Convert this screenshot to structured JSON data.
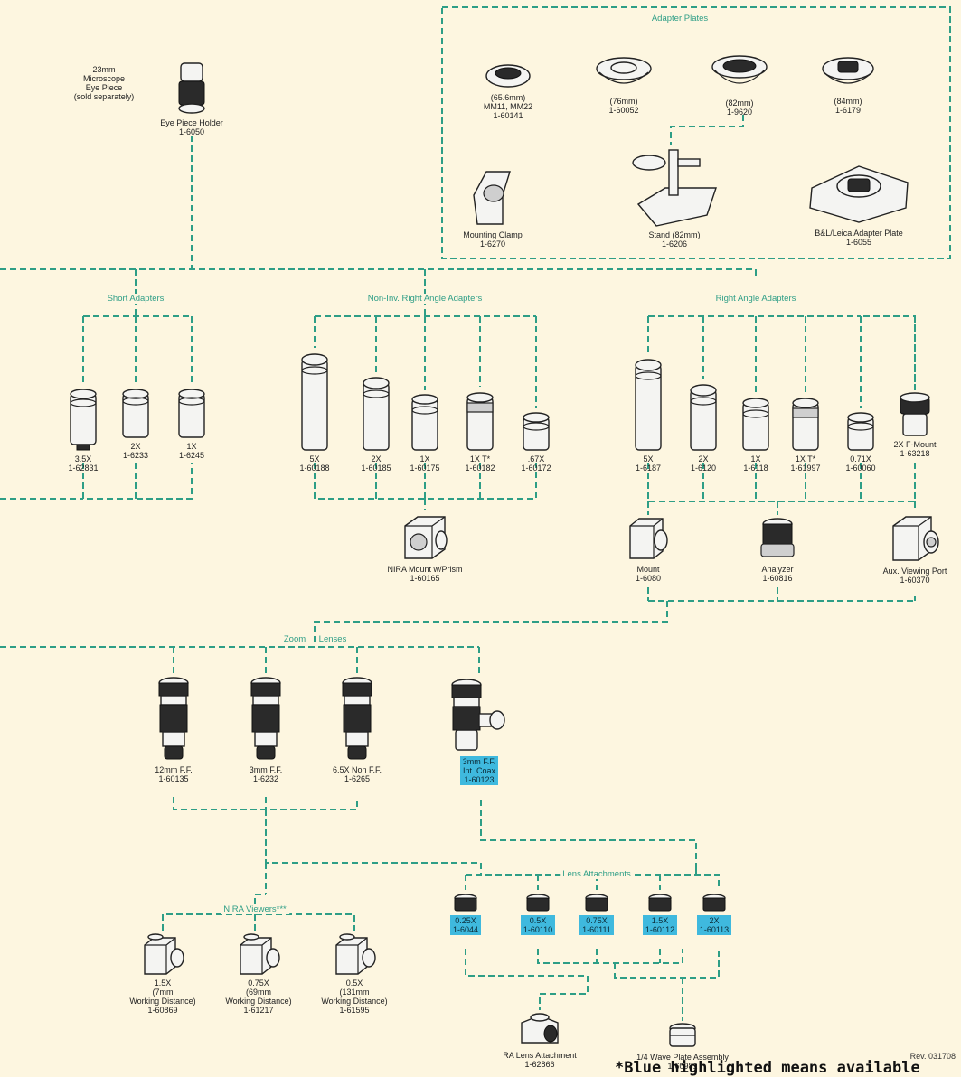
{
  "sections": {
    "adapter_plates": "Adapter Plates",
    "short_adapters": "Short Adapters",
    "non_inv": "Non-Inv. Right Angle Adapters",
    "right_angle": "Right Angle Adapters",
    "zoom_a": "Zoom",
    "zoom_b": "Lenses",
    "lens_attachments": "Lens Attachments",
    "nira_viewers": "NIRA Viewers***"
  },
  "eyepiece_note": "23mm\nMicroscope\nEye Piece\n(sold separately)",
  "eyepiece_holder": "Eye Piece Holder\n1-6050",
  "plates": [
    "(65.6mm)\nMM11, MM22\n1-60141",
    "(76mm)\n1-60052",
    "(82mm)\n1-9620",
    "(84mm)\n1-6179",
    "Mounting Clamp\n1-6270",
    "Stand (82mm)\n1-6206",
    "B&L/Leica Adapter Plate\n1-6055"
  ],
  "short_adapters": [
    "3.5X\n1-62831",
    "2X\n1-6233",
    "1X\n1-6245"
  ],
  "non_inv": [
    "5X\n1-60188",
    "2X\n1-60185",
    "1X\n1-60175",
    "1X T*\n1-60182",
    ".67X\n1-60172"
  ],
  "right_angle": [
    "5X\n1-6187",
    "2X\n1-6120",
    "1X\n1-6118",
    "1X T*\n1-61997",
    "0.71X\n1-60060",
    "2X F-Mount\n1-63218"
  ],
  "nira_mount": "NIRA Mount w/Prism\n1-60165",
  "mount": "Mount\n1-6080",
  "analyzer": "Analyzer\n1-60816",
  "aux_port": "Aux. Viewing Port\n1-60370",
  "zoom_lenses": [
    "12mm F.F.\n1-60135",
    "3mm F.F.\n1-6232",
    "6.5X Non F.F.\n1-6265"
  ],
  "coax": "3mm F.F.\nInt. Coax\n1-60123",
  "lens_attachments": [
    "0.25X\n1-6044",
    "0.5X\n1-60110",
    "0.75X\n1-60111",
    "1.5X\n1-60112",
    "2X\n1-60113"
  ],
  "nira_viewers": [
    "1.5X\n(7mm\nWorking Distance)\n1-60869",
    "0.75X\n(69mm\nWorking Distance)\n1-61217",
    "0.5X\n(131mm\nWorking Distance)\n1-61595"
  ],
  "ra_lens_attachment": "RA Lens Attachment\n1-62866",
  "wave_plate": "1/4 Wave Plate Assembly\n1-60981",
  "revision": "Rev. 031708",
  "footer": "*Blue highlighted means available",
  "colors": {
    "background": "#fdf6e0",
    "connector": "#2e9e86",
    "highlight": "#3fb9de"
  }
}
